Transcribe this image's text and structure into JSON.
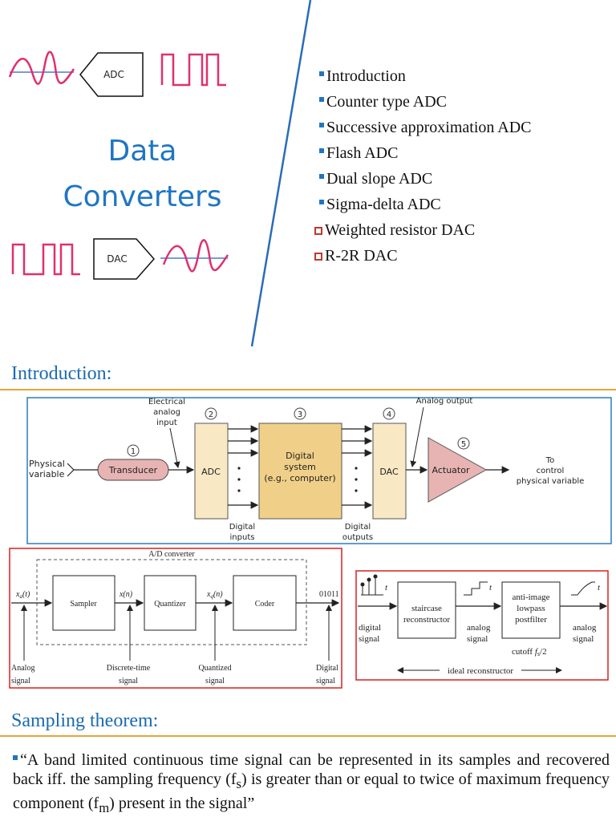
{
  "cover": {
    "adc_label": "ADC",
    "dac_label": "DAC",
    "title_line1": "Data",
    "title_line2": "Converters"
  },
  "toc": [
    {
      "text": "Introduction",
      "bullet": "square"
    },
    {
      "text": "Counter type ADC",
      "bullet": "square"
    },
    {
      "text": "Successive approximation ADC",
      "bullet": "square"
    },
    {
      "text": "Flash ADC",
      "bullet": "square"
    },
    {
      "text": "Dual slope ADC",
      "bullet": "square"
    },
    {
      "text": "Sigma-delta ADC",
      "bullet": "square"
    },
    {
      "text": "Weighted resistor DAC",
      "bullet": "box"
    },
    {
      "text": "R-2R DAC",
      "bullet": "box"
    }
  ],
  "intro": {
    "heading": "Introduction:",
    "fig1": {
      "electrical_input": [
        "Electrical",
        "analog",
        "input"
      ],
      "analog_output": "Analog output",
      "physical_variable": [
        "Physical",
        "variable"
      ],
      "transducer": "Transducer",
      "adc": "ADC",
      "digital_system": [
        "Digital",
        "system",
        "(e.g., computer)"
      ],
      "dac": "DAC",
      "actuator": "Actuator",
      "to_control": [
        "To",
        "control",
        "physical variable"
      ],
      "digital_inputs": [
        "Digital",
        "inputs"
      ],
      "digital_outputs": [
        "Digital",
        "outputs"
      ],
      "num1": "1",
      "num2": "2",
      "num3": "3",
      "num4": "4",
      "num5": "5"
    },
    "fig2": {
      "title": "A/D converter",
      "xa": "x",
      "xa_sub": "a",
      "xa_arg": "(t)",
      "sampler": "Sampler",
      "xn": "x(n)",
      "quantizer": "Quantizer",
      "xq": "x",
      "xq_sub": "q",
      "xq_arg": "(n)",
      "coder": "Coder",
      "bits": "01011",
      "analog_signal": [
        "Analog",
        "signal"
      ],
      "discrete_time": [
        "Discrete-time",
        "signal"
      ],
      "quantized": [
        "Quantized",
        "signal"
      ],
      "digital_signal": [
        "Digital",
        "signal"
      ]
    },
    "fig3": {
      "t1": "t",
      "t2": "t",
      "t3": "t",
      "staircase": [
        "staircase",
        "reconstructor"
      ],
      "anti_image": [
        "anti-image",
        "lowpass",
        "postfilter"
      ],
      "digital_signal": [
        "digital",
        "signal"
      ],
      "analog_signal_mid": [
        "analog",
        "signal"
      ],
      "cutoff": "cutoff",
      "fs2": "f",
      "fs2_sub": "s",
      "fs2_tail": "/2",
      "analog_signal_out": [
        "analog",
        "signal"
      ],
      "ideal": "ideal  reconstructor"
    }
  },
  "sampling": {
    "heading": "Sampling theorem:",
    "quote_a": "“A band limited continuous time signal can be represented in its samples and recovered back iff. the sampling frequency (f",
    "quote_sub_s": "s",
    "quote_b": ") is greater than or equal to twice of maximum frequency component (f",
    "quote_sub_m": "m",
    "quote_c": ") present in the signal”"
  },
  "colors": {
    "accent_blue": "#1f76c2",
    "heading_blue": "#1a6ab0",
    "rule_orange": "#e8a33d",
    "wave_pink": "#e0306e",
    "block_tan": "#f8e9c4",
    "digital_gold": "#f0d088",
    "transducer_pink": "#e7b3b3",
    "frame_red": "#d92020",
    "frame_blue": "#2c7bbf"
  }
}
